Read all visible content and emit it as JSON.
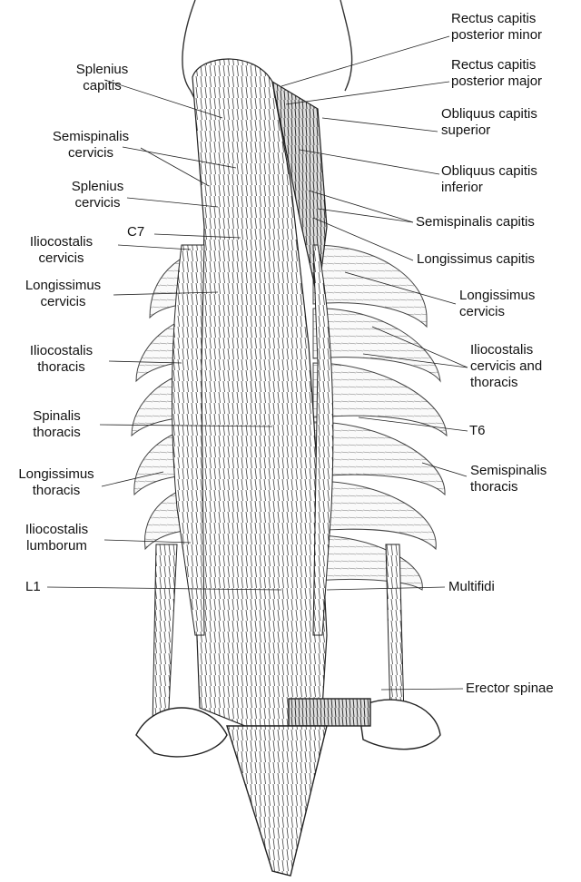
{
  "labels": {
    "rectus_capitis_posterior_minor": [
      "Rectus capitis",
      "posterior minor"
    ],
    "rectus_capitis_posterior_major": [
      "Rectus capitis",
      "posterior major"
    ],
    "obliquus_capitis_superior": [
      "Obliquus capitis",
      "superior"
    ],
    "obliquus_capitis_inferior": [
      "Obliquus capitis",
      "inferior"
    ],
    "semispinalis_capitis": [
      "Semispinalis capitis"
    ],
    "longissimus_capitis": [
      "Longissimus capitis"
    ],
    "longissimus_cervicis_right": [
      "Longissimus",
      "cervicis"
    ],
    "iliocostalis_cervicis_thoracis": [
      "Iliocostalis",
      "cervicis and",
      "thoracis"
    ],
    "t6": [
      "T6"
    ],
    "semispinalis_thoracis": [
      "Semispinalis",
      "thoracis"
    ],
    "multifidi": [
      "Multifidi"
    ],
    "erector_spinae": [
      "Erector spinae"
    ],
    "splenius_capitis": [
      "Splenius",
      "capitis"
    ],
    "semispinalis_cervicis": [
      "Semispinalis",
      "cervicis"
    ],
    "splenius_cervicis": [
      "Splenius",
      "cervicis"
    ],
    "c7": [
      "C7"
    ],
    "iliocostalis_cervicis": [
      "Iliocostalis",
      "cervicis"
    ],
    "longissimus_cervicis_left": [
      "Longissimus",
      "cervicis"
    ],
    "iliocostalis_thoracis": [
      "Iliocostalis",
      "thoracis"
    ],
    "spinalis_thoracis": [
      "Spinalis",
      "thoracis"
    ],
    "longissimus_thoracis": [
      "Longissimus",
      "thoracis"
    ],
    "iliocostalis_lumborum": [
      "Iliocostalis",
      "lumborum"
    ],
    "l1": [
      "L1"
    ]
  }
}
